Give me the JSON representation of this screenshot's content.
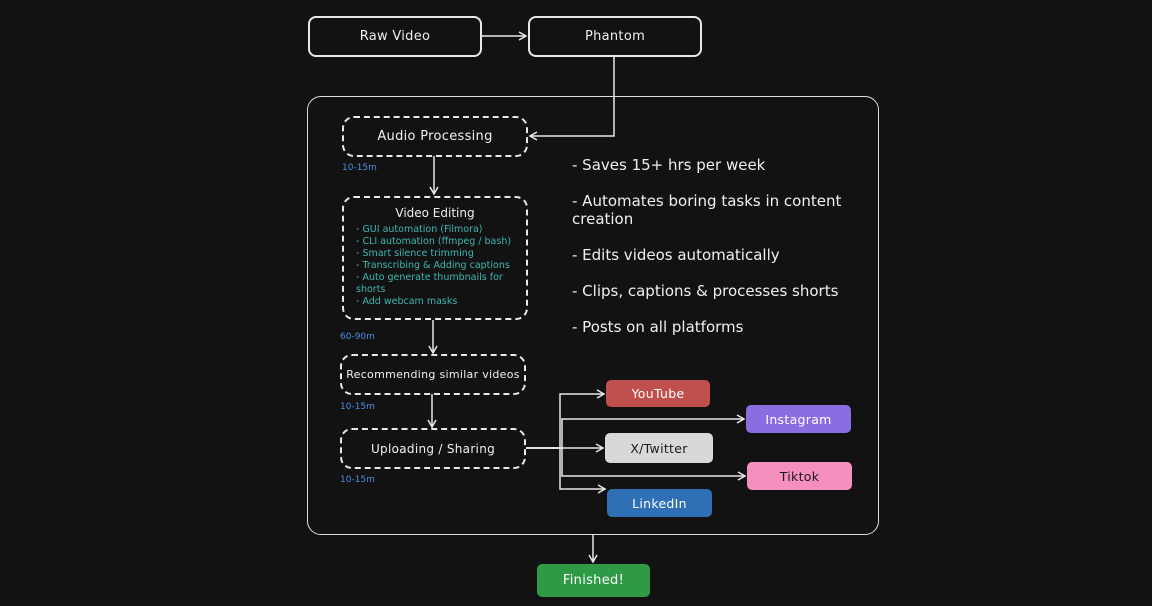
{
  "nodes": {
    "raw_video": "Raw Video",
    "phantom": "Phantom",
    "audio_processing": "Audio Processing",
    "video_editing": "Video Editing",
    "recommending": "Recommending similar videos",
    "uploading": "Uploading / Sharing",
    "finished": "Finished!"
  },
  "durations": {
    "audio": "10-15m",
    "video": "60-90m",
    "recommending": "10-15m",
    "uploading": "10-15m"
  },
  "video_editing_items": [
    "- GUI automation (Filmora)",
    "- CLI automation (ffmpeg / bash)",
    "- Smart silence trimming",
    "- Transcribing & Adding captions",
    "- Auto generate thumbnails for shorts",
    "- Add webcam masks"
  ],
  "benefits": [
    "- Saves 15+ hrs per week",
    "- Automates boring tasks in content creation",
    "- Edits videos automatically",
    "- Clips, captions & processes shorts",
    "- Posts on all platforms"
  ],
  "platforms": {
    "youtube": {
      "label": "YouTube",
      "color": "#c0504d"
    },
    "instagram": {
      "label": "Instagram",
      "color": "#8a6de0"
    },
    "twitter": {
      "label": "X/Twitter",
      "color": "#d8d8d8"
    },
    "tiktok": {
      "label": "Tiktok",
      "color": "#f58fbe"
    },
    "linkedin": {
      "label": "LinkedIn",
      "color": "#2f6fb5"
    }
  },
  "colors": {
    "background": "#121212",
    "finished": "#2e9a45",
    "list_text": "#3fb6b0",
    "duration_text": "#4a8fe0"
  }
}
